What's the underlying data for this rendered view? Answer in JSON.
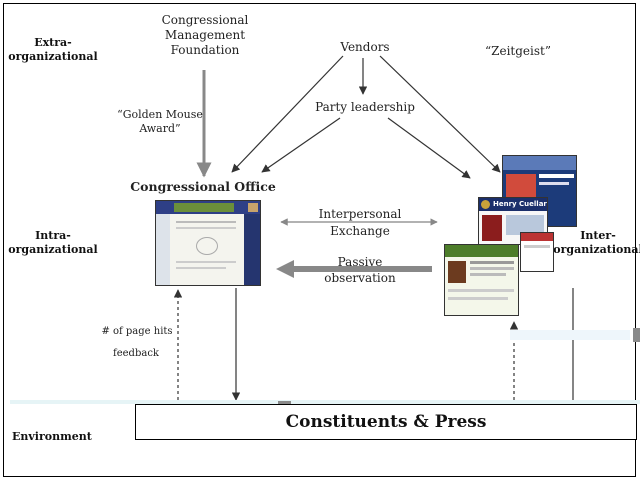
{
  "zones": {
    "extra": "Extra-\norganizational",
    "intra": "Intra-\norganizational",
    "env": "Environment"
  },
  "nodes": {
    "cmf": "Congressional\nManagement\nFoundation",
    "vendors": "Vendors",
    "zeitgeist": "“Zeitgeist”",
    "party": "Party leadership",
    "golden": "“Golden Mouse\nAward”",
    "office": "Congressional Office",
    "exchange": "Interpersonal\nExchange",
    "passive": "Passive\nobservation",
    "hits": "# of page hits",
    "feedback": "feedback",
    "inter": "Inter-\norganizational",
    "constituents": "Constituents & Press"
  },
  "thumbs": {
    "henry": "Henry Cuellar"
  }
}
